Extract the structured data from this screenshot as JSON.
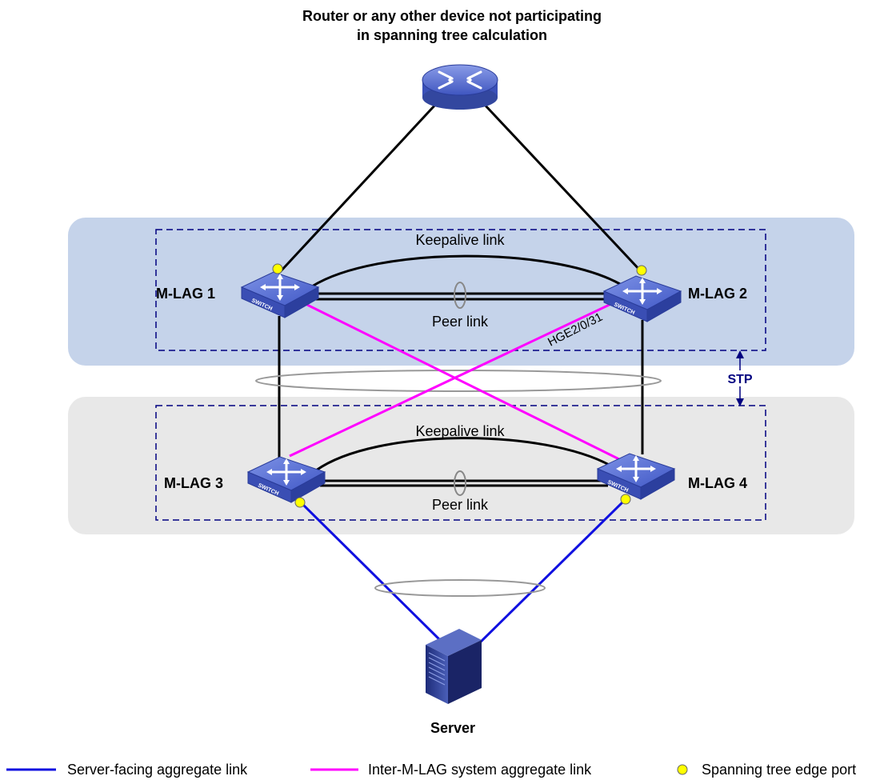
{
  "title": "Router or any other device not participating in spanning tree calculation",
  "nodes": {
    "mlag1": "M-LAG 1",
    "mlag2": "M-LAG 2",
    "mlag3": "M-LAG 3",
    "mlag4": "M-LAG 4",
    "server": "Server",
    "switch_badge": "SWITCH"
  },
  "links": {
    "keepalive_top": "Keepalive link",
    "peer_top": "Peer link",
    "keepalive_bottom": "Keepalive link",
    "peer_bottom": "Peer link",
    "port_hge": "HGE2/0/31",
    "stp": "STP"
  },
  "legend": {
    "server_facing": "Server-facing aggregate link",
    "inter_mlag": "Inter-M-LAG system aggregate link",
    "edge_port": "Spanning tree edge port"
  },
  "colors": {
    "server_facing": "#1010e0",
    "inter_mlag": "#ff00ff",
    "edge_port": "#ffff00",
    "top_band": "#c5d3ea",
    "bottom_band": "#e8e8e8",
    "stp_arrow": "#000080",
    "switch_blue": "#4a60c8"
  }
}
